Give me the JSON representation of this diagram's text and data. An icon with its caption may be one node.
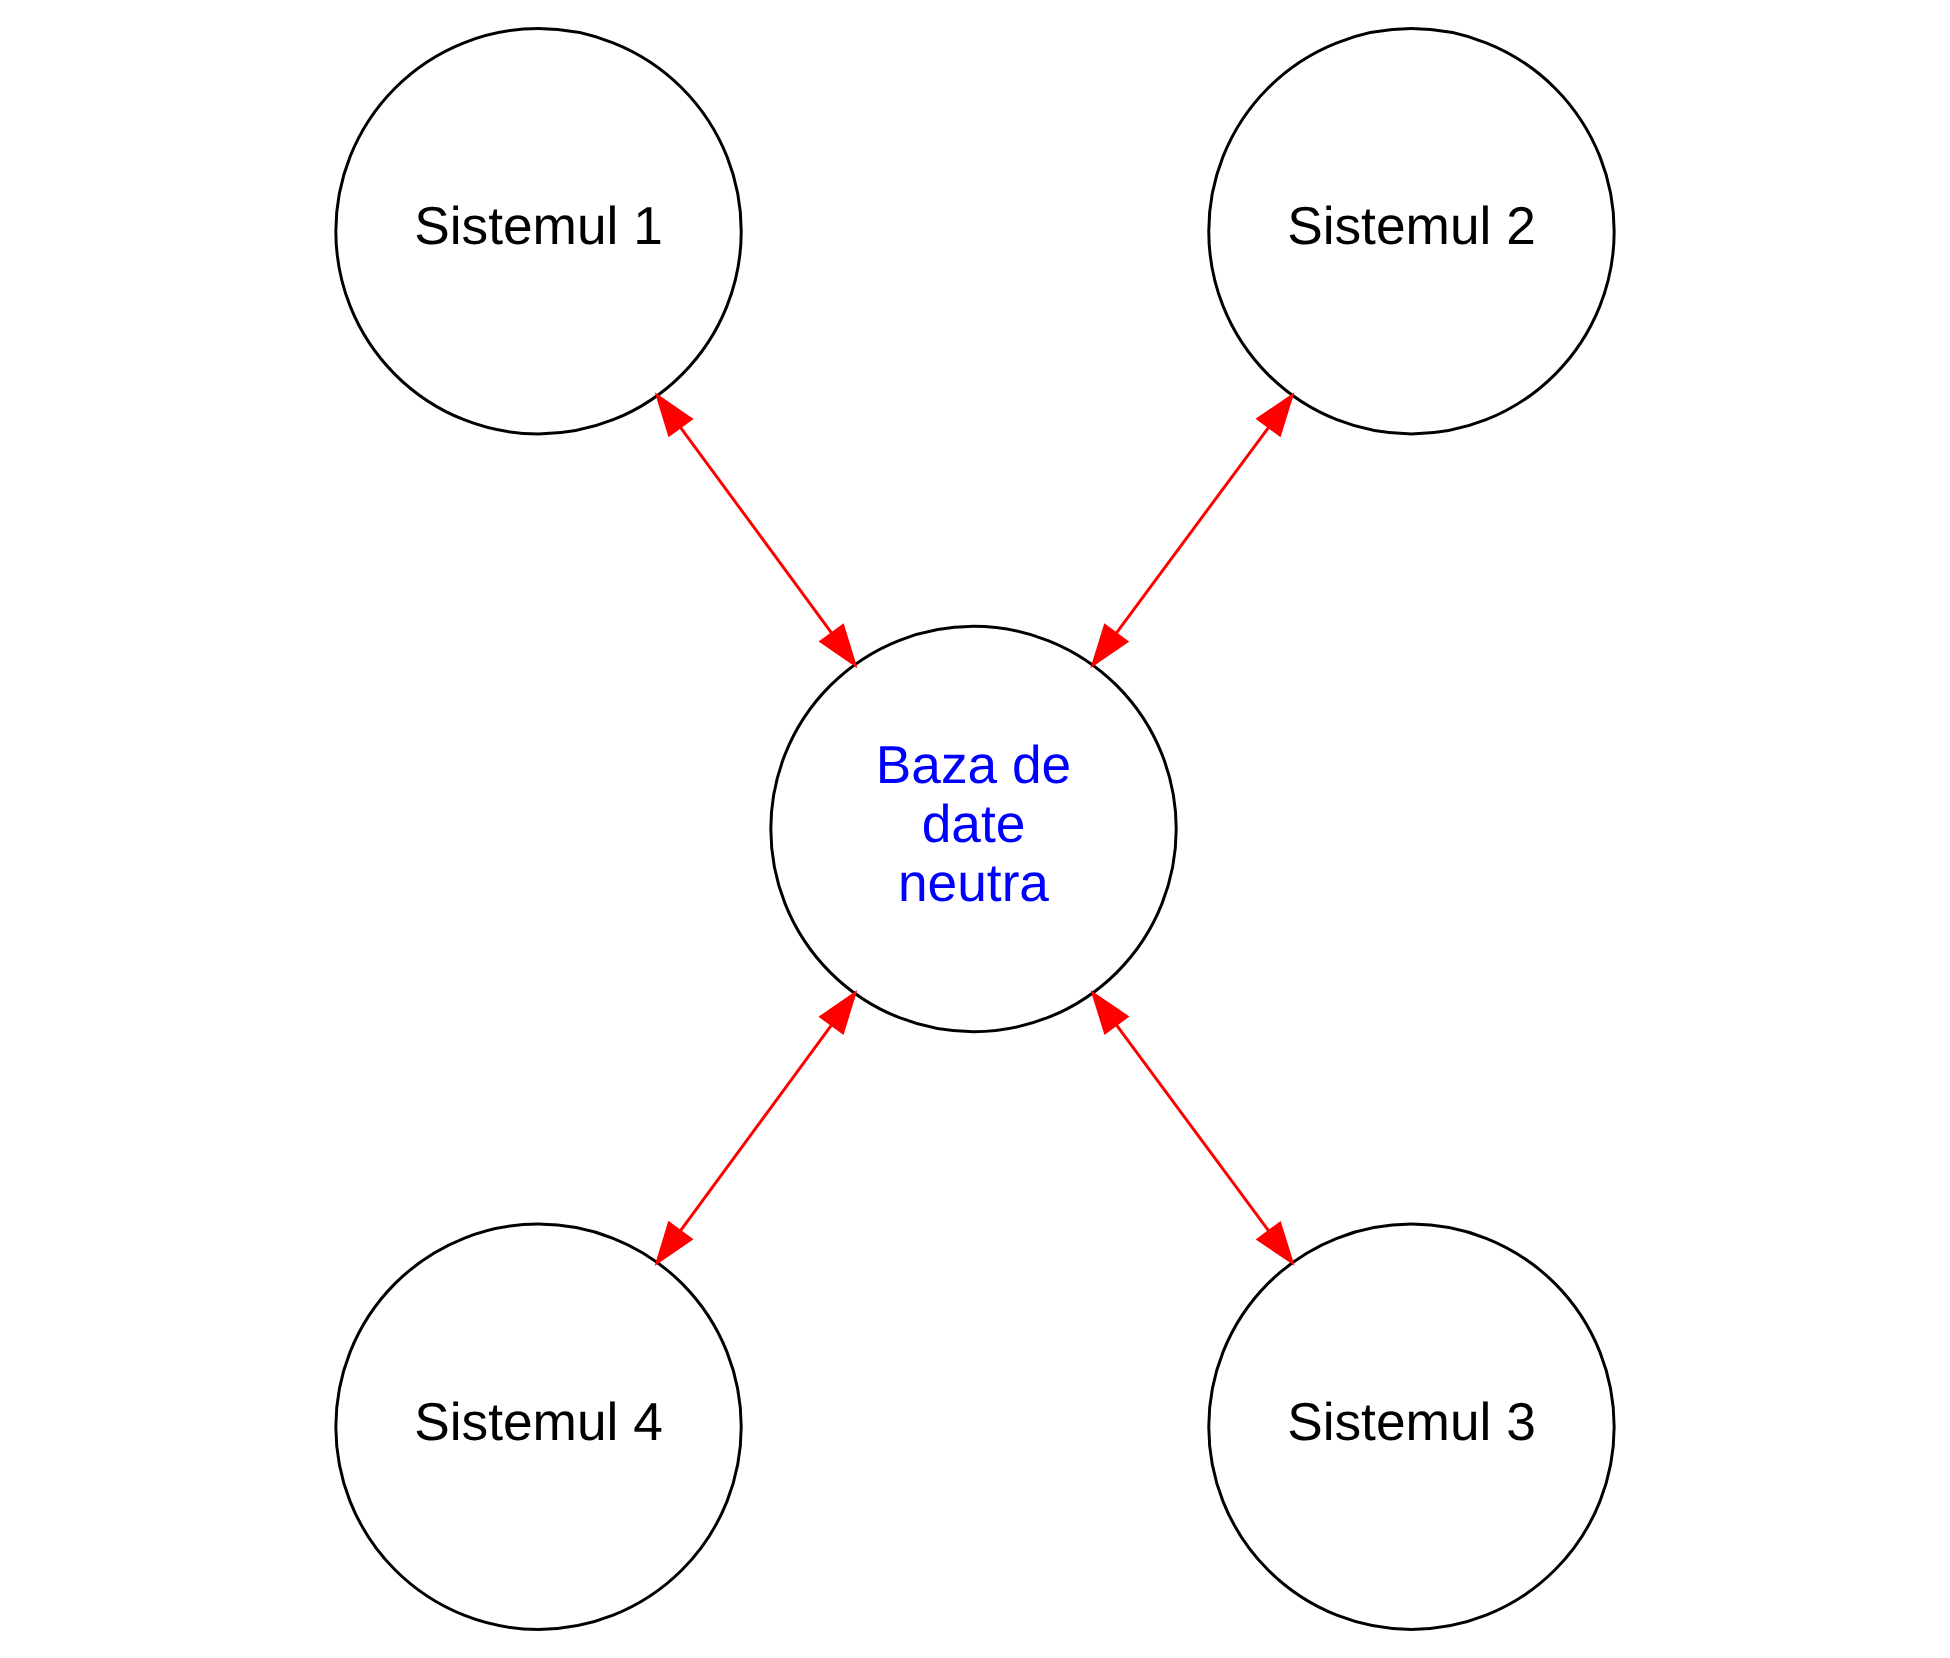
{
  "diagram": {
    "nodes": [
      {
        "text": [
          "Sistemul 1"
        ]
      },
      {
        "text": [
          "Sistemul 2"
        ]
      },
      {
        "text": [
          "Baza de date neutra"
        ]
      },
      {
        "text": [
          "Sistemul 4"
        ]
      },
      {
        "text": [
          "Sistemul 3"
        ]
      }
    ],
    "edges": [
      {
        "from": 0,
        "to": 2,
        "arrow": "both"
      },
      {
        "from": 1,
        "to": 2,
        "arrow": "both"
      },
      {
        "from": 2,
        "to": 3,
        "arrow": "both"
      },
      {
        "from": 2,
        "to": 4,
        "arrow": "both"
      }
    ]
  }
}
